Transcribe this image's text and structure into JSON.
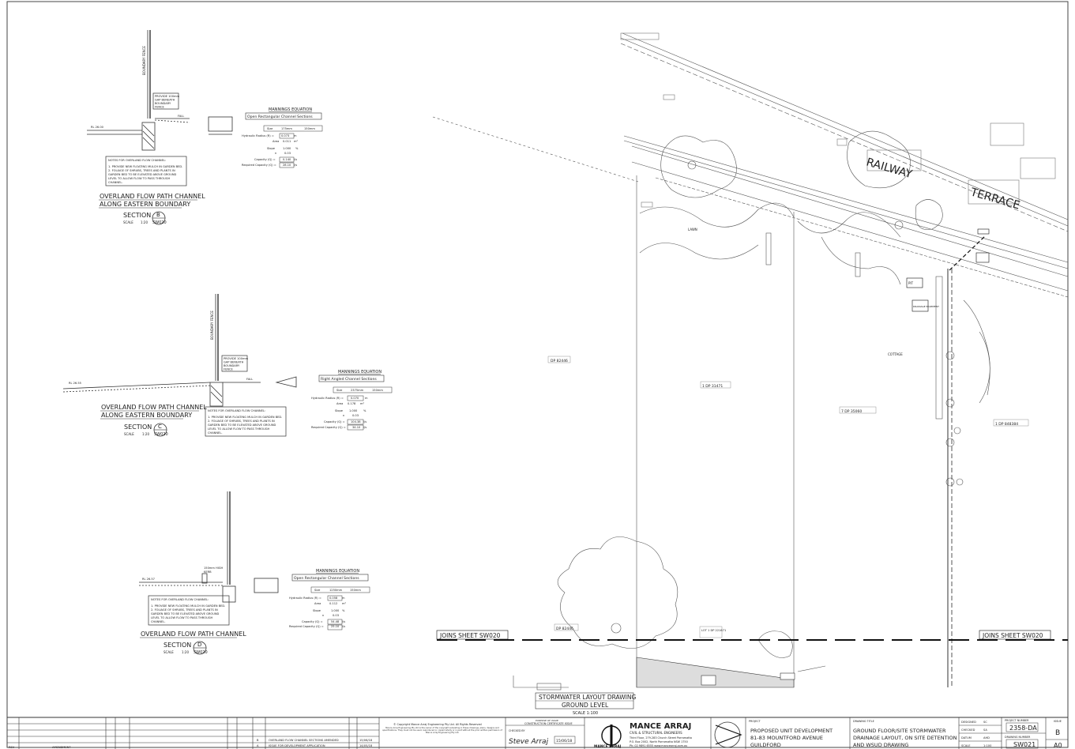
{
  "sections": [
    {
      "title_line1": "OVERLAND FLOW PATH CHANNEL",
      "title_line2": "ALONG EASTERN BOUNDARY",
      "section_label": "SECTION",
      "section_letter": "B",
      "sheet_ref": "SW020",
      "scale_label": "SCALE",
      "scale_value": "1:20",
      "fence_label": "BOUNDARY FENCE",
      "gap_note": [
        "PROVIDE 100mm",
        "GAP BENEATH",
        "BOUNDARY",
        "FENCE"
      ],
      "notes_title": "NOTES FOR OVERLAND FLOW CHANNEL:",
      "notes": [
        "1. PROVIDE NEW FLOATING MULCH IN GARDEN BED.",
        "2. FOLIAGE OF SHRUBS, TREES AND PLANTS IN",
        "GARDEN BED TO BE ELEVATED ABOVE GROUND",
        "LEVEL TO ALLOW FLOW TO PASS THROUGH",
        "CHANNEL."
      ],
      "mannings_title": "MANNINGS EQUATION",
      "mannings_sub": "Open Rectangular Channel Sections",
      "rows": [
        {
          "label": "Size",
          "a": "175mm",
          "b": "150mm"
        },
        {
          "label": "Hydraulic Radius (R) =",
          "a": "0.073",
          "b": "m"
        },
        {
          "label": "Area",
          "a": "0.011",
          "b": "m²"
        },
        {
          "label": "Slope",
          "a": "1.000",
          "b": "%"
        },
        {
          "label": "n",
          "a": "0.03",
          "b": ""
        },
        {
          "label": "Capacity (Q) =",
          "a": "0.140",
          "b": "l/s"
        },
        {
          "label": "Required Capacity (Q) =",
          "a": "28.10",
          "b": "l/s"
        }
      ],
      "fall_label": "FALL",
      "rl_label": "RL 26.00"
    },
    {
      "title_line1": "OVERLAND FLOW PATH CHANNEL",
      "title_line2": "ALONG EASTERN BOUNDARY",
      "section_label": "SECTION",
      "section_letter": "C",
      "sheet_ref": "SW020",
      "scale_label": "SCALE",
      "scale_value": "1:20",
      "fence_label": "BOUNDARY FENCE",
      "gap_note": [
        "PROVIDE 100mm",
        "GAP BENEATH",
        "BOUNDARY",
        "FENCE"
      ],
      "notes_title": "NOTES FOR OVERLAND FLOW CHANNEL:",
      "notes": [
        "1. PROVIDE NEW FLOATING MULCH IN GARDEN BED.",
        "2. FOLIAGE OF SHRUBS, TREES AND PLANTS IN",
        "GARDEN BED TO BE ELEVATED ABOVE GROUND",
        "LEVEL TO ALLOW FLOW TO PASS THROUGH",
        "CHANNEL."
      ],
      "mannings_title": "MANNINGS EQUATION",
      "mannings_sub": "Right Angled Channel Sections",
      "rows": [
        {
          "label": "Size",
          "a": "2375mm",
          "b": "150mm"
        },
        {
          "label": "Hydraulic Radius (R) =",
          "a": "0.070",
          "b": "m"
        },
        {
          "label": "Area",
          "a": "0.178",
          "b": "m²"
        },
        {
          "label": "Slope",
          "a": "1.000",
          "b": "%"
        },
        {
          "label": "n",
          "a": "0.03",
          "b": ""
        },
        {
          "label": "Capacity (Q) =",
          "a": "104.38",
          "b": "l/s"
        },
        {
          "label": "Required Capacity (Q) =",
          "a": "34.10",
          "b": "l/s"
        }
      ],
      "fall_label": "FALL",
      "rl_label": "RL 26.55"
    },
    {
      "title_line1": "OVERLAND FLOW PATH CHANNEL",
      "title_line2": "",
      "section_label": "SECTION",
      "section_letter": "D",
      "sheet_ref": "SW020",
      "scale_label": "SCALE",
      "scale_value": "1:20",
      "fence_label": "",
      "gap_note": [
        "150mm HIGH",
        "KERB"
      ],
      "notes_title": "NOTES FOR OVERLAND FLOW CHANNEL:",
      "notes": [
        "1. PROVIDE NEW FLOATING MULCH IN GARDEN BED.",
        "2. FOLIAGE OF SHRUBS, TREES AND PLANTS IN",
        "GARDEN BED TO BE ELEVATED ABOVE GROUND",
        "LEVEL TO ALLOW FLOW TO PASS THROUGH",
        "CHANNEL."
      ],
      "mannings_title": "MANNINGS EQUATION",
      "mannings_sub": "Open Rectangular Channel Sections",
      "rows": [
        {
          "label": "Size",
          "a": "1250mm",
          "b": "150mm"
        },
        {
          "label": "Hydraulic Radius (R) =",
          "a": "0.058",
          "b": "m"
        },
        {
          "label": "Area",
          "a": "0.112",
          "b": "m²"
        },
        {
          "label": "Slope",
          "a": "1.000",
          "b": "%"
        },
        {
          "label": "n",
          "a": "0.03",
          "b": ""
        },
        {
          "label": "Capacity (Q) =",
          "a": "54.48",
          "b": "l/s"
        },
        {
          "label": "Required Capacity (Q) =",
          "a": "25.10",
          "b": "l/s"
        }
      ],
      "fall_label": "",
      "rl_label": "RL 26.57"
    }
  ],
  "plan": {
    "railway": "RAILWAY",
    "terrace": "TERRACE",
    "lawn": "LAWN",
    "cottage": "COTTAGE",
    "lot_labels": [
      "DP 82446",
      "1 DP 31471",
      "7 DP 35060",
      "1 DP 848384",
      "DP 82446",
      "LOT 1 DP 221671"
    ],
    "joins_left": "JOINS SHEET SW020",
    "joins_right": "JOINS SHEET SW020",
    "drawing_title_1": "STORMWATER LAYOUT DRAWING",
    "drawing_title_2": "GROUND LEVEL",
    "drawing_scale": "SCALE 1:100",
    "pit_label": "PIT",
    "easement_label": "DRAINAGE EASEMENT"
  },
  "title_block": {
    "revisions": [
      {
        "rev": "B",
        "description": "OVERLAND FLOW CHANNEL SECTIONS AMENDED",
        "date": "15/06/18"
      },
      {
        "rev": "A",
        "description": "ISSUE FOR DEVELOPMENT APPLICATION",
        "date": "14/05/18"
      }
    ],
    "rev_header": "REV",
    "amendment_header": "AMENDMENT",
    "copyright": "© Copyright Mance Arraj Engineering Pty Ltd. All Rights Reserved",
    "copyright_body": "Mance Arraj Engineering Pty Ltd is the owner of the copyright subsisting in these drawings, plans, designs and specifications. They must not be used, reproduced or copied wholly or in part without the prior written permission of Mance Arraj Engineering Pty Ltd.",
    "purpose_label": "PURPOSE OF ISSUE",
    "purpose_value": "CONSTRUCTION CERTIFICATE ISSUE",
    "checked_label": "CHECKED BY",
    "signature": "Steve Arraj",
    "sign_date": "15/06/18",
    "company": "MANCE ARRAJ",
    "company_sub": "CIVIL & STRUCTURAL ENGINEERS",
    "company_addr1": "Third Floor, 279-283 Church Street Parramatta",
    "company_addr2": "P.O. Box 2002, North Parramatta NSW 1750",
    "company_addr3": "Ph: 02 9891 6555   www.mancearraj.com.au",
    "logo_text": "MANCE ARRAJ",
    "project_label": "PROJECT",
    "project_lines": [
      "PROPOSED UNIT DEVELOPMENT",
      "81-83 MOUNTFORD AVENUE",
      "GUILDFORD"
    ],
    "drawing_title_label": "DRAWING TITLE",
    "drawing_title_lines": [
      "GROUND FLOOR/SITE STORMWATER",
      "DRAINAGE LAYOUT, ON SITE DETENTION",
      "AND WSUD DRAWING"
    ],
    "designed_label": "DESIGNED",
    "designed": "SC",
    "checked2_label": "CHECKED",
    "checked2": "SA",
    "datum_label": "DATUM",
    "datum": "AHD",
    "scale_label": "SCALE",
    "scale": "1:100",
    "project_no_label": "PROJECT NUMBER",
    "project_no": "2358-DA",
    "drawing_no_label": "DRAWING NUMBER",
    "drawing_no": "SW021",
    "issue_label": "ISSUE",
    "issue": "B",
    "size": "A0"
  }
}
